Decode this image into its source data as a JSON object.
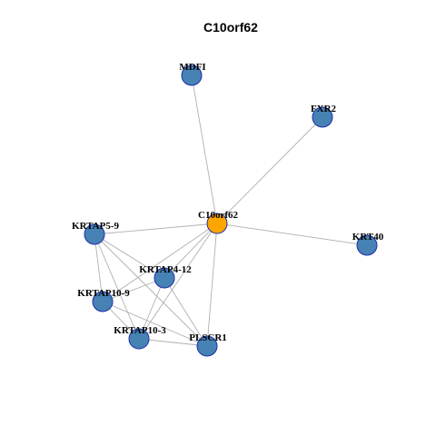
{
  "title": "C10orf62",
  "colors": {
    "center_node": "#FFA500",
    "neighbor_node": "#4682B4",
    "node_border": "#1F2FA8",
    "edge": "#B0B0B0"
  },
  "nodes": [
    {
      "id": "C10orf62",
      "label": "C10orf62",
      "role": "center"
    },
    {
      "id": "MDFI",
      "label": "MDFI",
      "role": "neighbor"
    },
    {
      "id": "FXR2",
      "label": "FXR2",
      "role": "neighbor"
    },
    {
      "id": "KRT40",
      "label": "KRT40",
      "role": "neighbor"
    },
    {
      "id": "KRTAP5-9",
      "label": "KRTAP5-9",
      "role": "neighbor"
    },
    {
      "id": "KRTAP4-12",
      "label": "KRTAP4-12",
      "role": "neighbor"
    },
    {
      "id": "KRTAP10-9",
      "label": "KRTAP10-9",
      "role": "neighbor"
    },
    {
      "id": "KRTAP10-3",
      "label": "KRTAP10-3",
      "role": "neighbor"
    },
    {
      "id": "PLSCR1",
      "label": "PLSCR1",
      "role": "neighbor"
    }
  ],
  "edges": [
    [
      "C10orf62",
      "MDFI"
    ],
    [
      "C10orf62",
      "FXR2"
    ],
    [
      "C10orf62",
      "KRT40"
    ],
    [
      "C10orf62",
      "KRTAP5-9"
    ],
    [
      "C10orf62",
      "KRTAP4-12"
    ],
    [
      "C10orf62",
      "KRTAP10-9"
    ],
    [
      "C10orf62",
      "KRTAP10-3"
    ],
    [
      "C10orf62",
      "PLSCR1"
    ],
    [
      "KRTAP5-9",
      "KRTAP4-12"
    ],
    [
      "KRTAP5-9",
      "KRTAP10-9"
    ],
    [
      "KRTAP5-9",
      "KRTAP10-3"
    ],
    [
      "KRTAP5-9",
      "PLSCR1"
    ],
    [
      "KRTAP4-12",
      "KRTAP10-9"
    ],
    [
      "KRTAP4-12",
      "KRTAP10-3"
    ],
    [
      "KRTAP4-12",
      "PLSCR1"
    ],
    [
      "KRTAP10-9",
      "KRTAP10-3"
    ],
    [
      "KRTAP10-9",
      "PLSCR1"
    ],
    [
      "KRTAP10-3",
      "PLSCR1"
    ]
  ]
}
